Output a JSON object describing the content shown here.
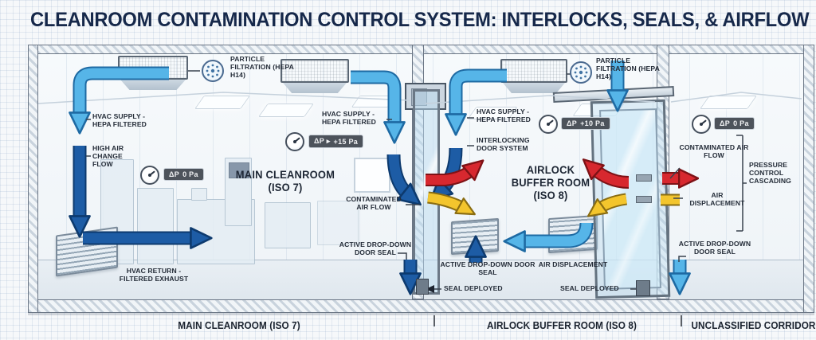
{
  "title": "CLEANROOM CONTAMINATION CONTROL SYSTEM: INTERLOCKS, SEALS, & AIRFLOW",
  "colors": {
    "supply_air": "#56b5e8",
    "return_air": "#1d5ca5",
    "contaminated_air": "#d7282f",
    "displacement_air": "#f3c52d",
    "title_text": "#16284a",
    "label_text": "#242c38",
    "badge_bg": "#4d535b",
    "badge_text": "#f1f2f4"
  },
  "main": {
    "particle_filtration": "PARTICLE FILTRATION (HEPA H14)",
    "hvac_supply_left": "HVAC SUPPLY - HEPA FILTERED",
    "high_air_change": "HIGH AIR CHANGE FLOW",
    "dp_room": {
      "label": "ΔP",
      "value": "0 Pa"
    },
    "room_title": "MAIN CLEANROOM",
    "room_subtitle": "(ISO 7)",
    "hvac_return": "HVAC RETURN - FILTERED EXHAUST",
    "hvac_supply_door": "HVAC SUPPLY - HEPA FILTERED",
    "dp_door": {
      "label": "ΔP ▸",
      "value": "+15 Pa"
    },
    "contaminated_air": "CONTAMINATED AIR FLOW",
    "active_seal": "ACTIVE DROP-DOWN DOOR SEAL"
  },
  "airlock": {
    "particle_filtration": "PARTICLE FILTRATION (HEPA H14)",
    "hvac_supply": "HVAC SUPPLY - HEPA FILTERED",
    "interlocking_door": "INTERLOCKING DOOR SYSTEM",
    "dp": {
      "label": "ΔP",
      "value": "+10 Pa"
    },
    "room_title": "AIRLOCK",
    "room_title2": "BUFFER ROOM",
    "room_subtitle": "(ISO 8)",
    "active_seal": "ACTIVE DROP-DOWN DOOR SEAL",
    "air_displacement": "AIR DISPLACEMENT",
    "seal_deployed_left": "SEAL DEPLOYED",
    "seal_deployed_right": "SEAL DEPLOYED"
  },
  "corridor": {
    "dp": {
      "label": "ΔP",
      "value": "0 Pa"
    },
    "contaminated_air": "CONTAMINATED AIR FLOW",
    "air_displacement": "AIR DISPLACEMENT",
    "pressure_cascading": "PRESSURE CONTROL CASCADING",
    "active_seal": "ACTIVE DROP-DOWN DOOR SEAL"
  },
  "footer": {
    "zone_main": "MAIN CLEANROOM (ISO 7)",
    "zone_airlock": "AIRLOCK BUFFER ROOM (ISO 8)",
    "zone_corridor": "UNCLASSIFIED CORRIDOR"
  }
}
